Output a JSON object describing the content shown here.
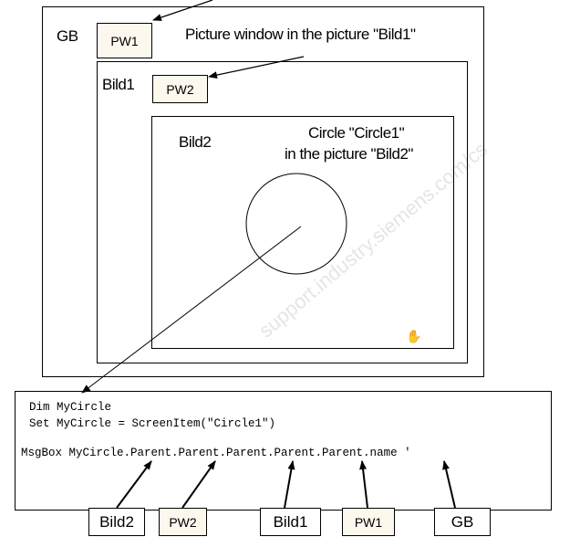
{
  "outer_picture": {
    "label": "GB",
    "window": "PW1"
  },
  "annotation_pw2": "Picture window in the picture \"Bild1\"",
  "bild1": {
    "label": "Bild1",
    "window": "PW2"
  },
  "bild2": {
    "label": "Bild2",
    "circle_caption_1": "Circle \"Circle1\"",
    "circle_caption_2": "in the picture \"Bild2\""
  },
  "code": {
    "line1": "Dim MyCircle",
    "line2": "Set MyCircle = ScreenItem(\"Circle1\")",
    "line3": "MsgBox MyCircle.Parent.Parent.Parent.Parent.Parent.name '"
  },
  "parents": [
    "Bild2",
    "PW2",
    "Bild1",
    "PW1",
    "GB"
  ],
  "watermark": "support.industry.siemens.com/cs"
}
